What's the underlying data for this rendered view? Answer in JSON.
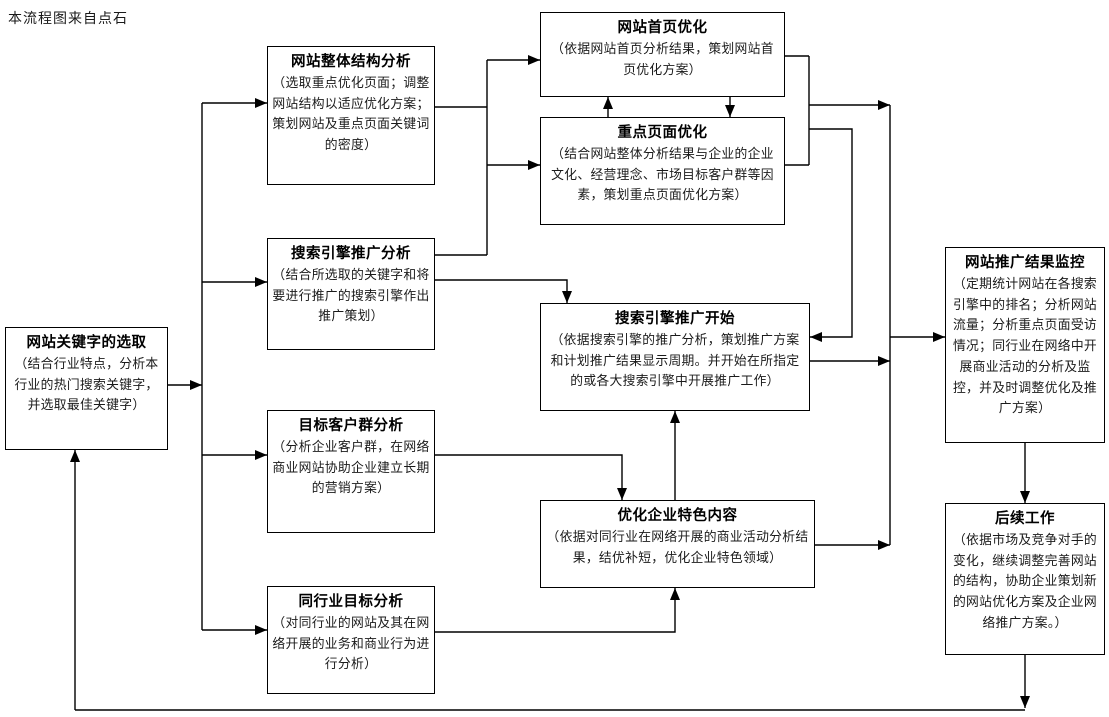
{
  "source_note": "本流程图来自点石",
  "colors": {
    "background": "#ffffff",
    "line": "#000000",
    "box_border": "#000000",
    "text": "#000000"
  },
  "nodes": {
    "keyword_selection": {
      "title": "网站关键字的选取",
      "body": "（结合行业特点，分析本行业的热门搜索关键字，并选取最佳关键字）"
    },
    "site_structure_analysis": {
      "title": "网站整体结构分析",
      "body": "（选取重点优化页面；调整网站结构以适应优化方案；策划网站及重点页面关键词的密度）"
    },
    "search_promo_analysis": {
      "title": "搜索引擎推广分析",
      "body": "（结合所选取的关键字和将要进行推广的搜索引擎作出推广策划）"
    },
    "target_customer_analysis": {
      "title": "目标客户群分析",
      "body": "（分析企业客户群，在网络商业网站协助企业建立长期的营销方案）"
    },
    "industry_target_analysis": {
      "title": "同行业目标分析",
      "body": "（对同行业的网站及其在网络开展的业务和商业行为进行分析）"
    },
    "homepage_optimization": {
      "title": "网站首页优化",
      "body": "（依据网站首页分析结果，策划网站首页优化方案）"
    },
    "key_page_optimization": {
      "title": "重点页面优化",
      "body": "（结合网站整体分析结果与企业的企业文化、经营理念、市场目标客户群等因素，策划重点页面优化方案）"
    },
    "search_promo_start": {
      "title": "搜索引擎推广开始",
      "body": "（依据搜索引擎的推广分析，策划推广方案和计划推广结果显示周期。并开始在所指定的或各大搜索引擎中开展推广工作）"
    },
    "feature_content_optimization": {
      "title": "优化企业特色内容",
      "body": "（依据对同行业在网络开展的商业活动分析结果，结优补短，优化企业特色领域）"
    },
    "promo_result_monitoring": {
      "title": "网站推广结果监控",
      "body": "（定期统计网站在各搜索引擎中的排名；分析网站流量；分析重点页面受访情况；同行业在网络中开展商业活动的分析及监控，并及时调整优化及推广方案）"
    },
    "follow_up_work": {
      "title": "后续工作",
      "body": "（依据市场及竞争对手的变化，继续调整完善网站的结构，协助企业策划新的网站优化方案及企业网络推广方案。）"
    }
  },
  "edges": [
    {
      "from": "keyword_selection",
      "to": "site_structure_analysis"
    },
    {
      "from": "keyword_selection",
      "to": "search_promo_analysis"
    },
    {
      "from": "keyword_selection",
      "to": "target_customer_analysis"
    },
    {
      "from": "keyword_selection",
      "to": "industry_target_analysis"
    },
    {
      "from": "site_structure_analysis",
      "to": "homepage_optimization"
    },
    {
      "from": "site_structure_analysis",
      "to": "key_page_optimization"
    },
    {
      "from": "search_promo_analysis",
      "to": "homepage_optimization"
    },
    {
      "from": "search_promo_analysis",
      "to": "key_page_optimization"
    },
    {
      "from": "search_promo_analysis",
      "to": "search_promo_start"
    },
    {
      "from": "homepage_optimization",
      "to": "key_page_optimization"
    },
    {
      "from": "key_page_optimization",
      "to": "homepage_optimization"
    },
    {
      "from": "homepage_optimization",
      "to": "promo_result_monitoring"
    },
    {
      "from": "key_page_optimization",
      "to": "promo_result_monitoring"
    },
    {
      "from": "homepage_optimization",
      "to": "search_promo_start"
    },
    {
      "from": "key_page_optimization",
      "to": "search_promo_start"
    },
    {
      "from": "target_customer_analysis",
      "to": "feature_content_optimization"
    },
    {
      "from": "industry_target_analysis",
      "to": "feature_content_optimization"
    },
    {
      "from": "feature_content_optimization",
      "to": "search_promo_start"
    },
    {
      "from": "search_promo_start",
      "to": "promo_result_monitoring"
    },
    {
      "from": "feature_content_optimization",
      "to": "promo_result_monitoring"
    },
    {
      "from": "promo_result_monitoring",
      "to": "follow_up_work"
    },
    {
      "from": "follow_up_work",
      "to": "keyword_selection"
    }
  ]
}
